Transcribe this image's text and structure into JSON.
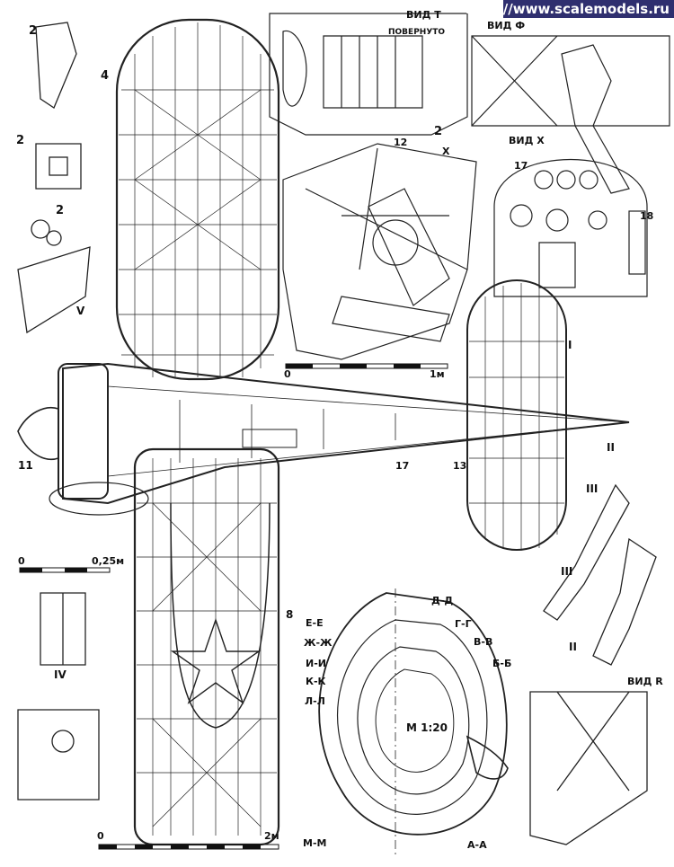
{
  "watermark": "http://www.scalemodels.ru",
  "view_labels": {
    "t": "ВИД Т",
    "t_sub": "ПОВЕРНУТО",
    "f": "ВИД Ф",
    "x": "ВИД Х",
    "r": "ВИД R",
    "x_marker": "X"
  },
  "part_numbers": [
    "2",
    "2",
    "2",
    "2",
    "4",
    "12",
    "17",
    "18",
    "11",
    "13",
    "17",
    "8"
  ],
  "roman_labels": [
    "V",
    "IV",
    "I",
    "II",
    "III",
    "III",
    "II"
  ],
  "scale_bars": {
    "top": {
      "start": "0",
      "end": "1м"
    },
    "left": {
      "start": "0",
      "end": "0,25м"
    },
    "bottom": {
      "start": "0",
      "end": "2м"
    }
  },
  "scale_ratio": "М 1:20",
  "sections": [
    "Д-Д",
    "Е-Е",
    "Г-Г",
    "Ж-Ж",
    "В-В",
    "И-И",
    "К-К",
    "Б-Б",
    "Л-Л",
    "М-М",
    "А-А"
  ],
  "colors": {
    "ink": "#222222",
    "paper": "#ffffff",
    "watermark_bg": "#2f2f6f",
    "watermark_fg": "#ffffff"
  }
}
